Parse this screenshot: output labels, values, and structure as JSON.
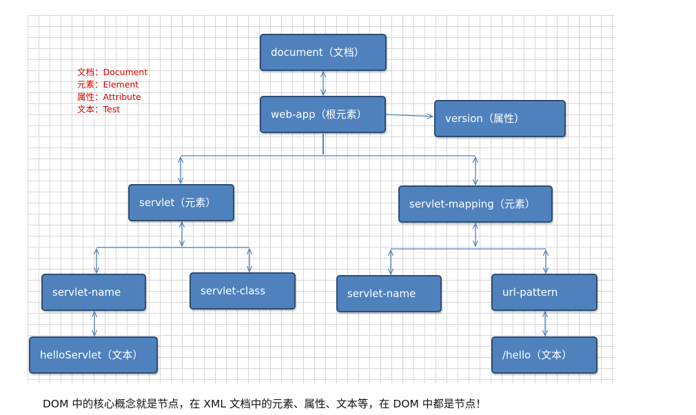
{
  "diagram": {
    "nodes": {
      "document": "document（文档）",
      "web_app": "web-app（根元素）",
      "version": "version（属性）",
      "servlet": "servlet（元素）",
      "servlet_mapping": "servlet-mapping（元素）",
      "servlet_name_left": "servlet-name",
      "servlet_class": "servlet-class",
      "servlet_name_right": "servlet-name",
      "url_pattern": "url-pattern",
      "hello_servlet": "helloServlet（文本）",
      "hello_text": "/hello（文本）"
    },
    "legend": [
      "文档：Document",
      "元素：Element",
      "属性：Attribute",
      "文本：Test"
    ],
    "caption": "DOM 中的核心概念就是节点，在 XML 文档中的元素、属性、文本等，在 DOM 中都是节点！"
  },
  "colors": {
    "node_fill": "#4f81bd",
    "node_border": "#2c4d75",
    "connector": "#4f81bd",
    "legend_text": "#e00000",
    "grid": "#d6d6d6"
  }
}
